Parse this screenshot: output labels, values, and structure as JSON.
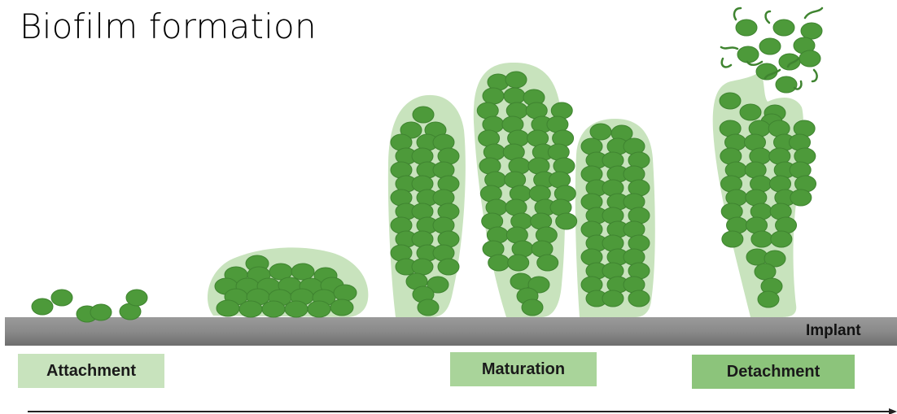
{
  "title": "Biofilm formation",
  "surface_label": "Implant",
  "stages": [
    {
      "label": "Attachment",
      "color": "#c8e3bd"
    },
    {
      "label": "Maturation",
      "color": "#a9d49a"
    },
    {
      "label": "Detachment",
      "color": "#8cc47b"
    }
  ],
  "colors": {
    "cell": "#4d9a3a",
    "cell_outline": "#3f8430",
    "matrix": "#c8e3bd",
    "implant": "#8a8a8a",
    "flagellum": "#3f8430",
    "timeline": "#222222"
  }
}
